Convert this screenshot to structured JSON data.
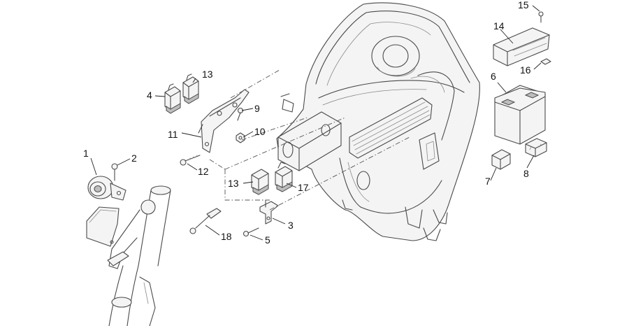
{
  "callouts": [
    {
      "id": "c1",
      "text": "1"
    },
    {
      "id": "c2",
      "text": "2"
    },
    {
      "id": "c3",
      "text": "3"
    },
    {
      "id": "c4",
      "text": "4"
    },
    {
      "id": "c5",
      "text": "5"
    },
    {
      "id": "c6",
      "text": "6"
    },
    {
      "id": "c7",
      "text": "7"
    },
    {
      "id": "c8",
      "text": "8"
    },
    {
      "id": "c9",
      "text": "9"
    },
    {
      "id": "c10",
      "text": "10"
    },
    {
      "id": "c11",
      "text": "11"
    },
    {
      "id": "c12",
      "text": "12"
    },
    {
      "id": "c13a",
      "text": "13"
    },
    {
      "id": "c13b",
      "text": "13"
    },
    {
      "id": "c14",
      "text": "14"
    },
    {
      "id": "c15",
      "text": "15"
    },
    {
      "id": "c16",
      "text": "16"
    },
    {
      "id": "c17",
      "text": "17"
    },
    {
      "id": "c18",
      "text": "18"
    }
  ]
}
